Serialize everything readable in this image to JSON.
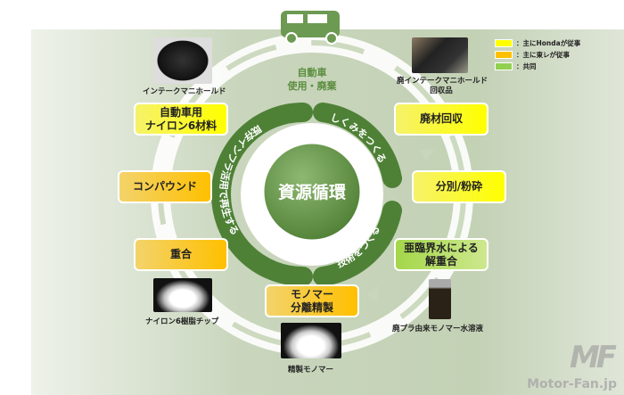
{
  "center": "資源循環",
  "top": {
    "line1": "自動車",
    "line2": "使用・廃棄"
  },
  "arcs": {
    "right_top": "しくみをつくる",
    "right_bottom": "技術をつくる",
    "left": "既存インフラ活用で再生する"
  },
  "boxes": {
    "nylon_material": [
      "自動車用",
      "ナイロン6材料"
    ],
    "waste_collection": [
      "廃材回収"
    ],
    "compound": [
      "コンパウンド"
    ],
    "sort_crush": [
      "分別/粉砕"
    ],
    "polymerization": [
      "重合"
    ],
    "hydrolysis": [
      "亜臨界水による",
      "解重合"
    ],
    "monomer_purify": [
      "モノマー",
      "分離精製"
    ]
  },
  "captions": {
    "intake": "インテークマニホールド",
    "waste_intake": [
      "廃インテークマニホールド",
      "回収品"
    ],
    "chips": "ナイロン6樹脂チップ",
    "monomer": "精製モノマー",
    "solution": "廃プラ由来モノマー水溶液"
  },
  "legend": [
    {
      "label": "：主にHondaが従事",
      "color": "#ffff00"
    },
    {
      "label": "：主に東レが従事",
      "color": "#ffc000"
    },
    {
      "label": "：共同",
      "color": "#92d050"
    }
  ],
  "watermark": {
    "logo": "MF",
    "text": "Motor-Fan.jp"
  }
}
